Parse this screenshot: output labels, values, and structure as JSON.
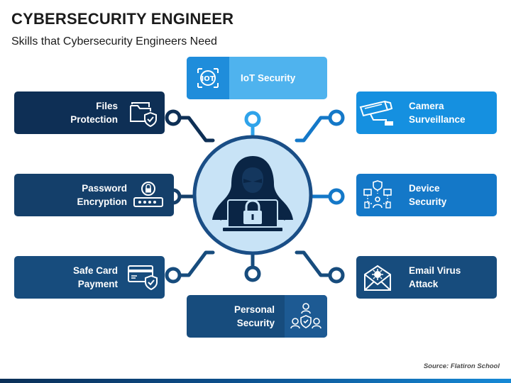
{
  "header": {
    "title": "CYBERSECURITY ENGINEER",
    "subtitle": "Skills that Cybersecurity Engineers Need"
  },
  "skills": {
    "iot": {
      "label": "IoT Security",
      "icon": "iot-icon"
    },
    "files": {
      "label_line1": "Files",
      "label_line2": "Protection",
      "icon": "folder-shield-icon"
    },
    "password": {
      "label_line1": "Password",
      "label_line2": "Encryption",
      "icon": "password-lock-icon"
    },
    "safecard": {
      "label_line1": "Safe Card",
      "label_line2": "Payment",
      "icon": "card-shield-icon"
    },
    "camera": {
      "label_line1": "Camera",
      "label_line2": "Surveillance",
      "icon": "cctv-camera-icon"
    },
    "device": {
      "label_line1": "Device",
      "label_line2": "Security",
      "icon": "device-network-icon"
    },
    "email": {
      "label_line1": "Email Virus",
      "label_line2": "Attack",
      "icon": "email-virus-icon"
    },
    "personal": {
      "label_line1": "Personal",
      "label_line2": "Security",
      "icon": "users-shield-icon"
    }
  },
  "center": {
    "icon": "hooded-hacker-laptop-icon"
  },
  "source": "Source: Flatiron School",
  "colors": {
    "dark_navy": "#0e2f55",
    "navy": "#143f6a",
    "mid_navy": "#174c7d",
    "blue": "#1478c8",
    "bright_blue": "#1590e0",
    "light_blue": "#4fb3ee",
    "pale_circle": "#c8e3f6"
  }
}
